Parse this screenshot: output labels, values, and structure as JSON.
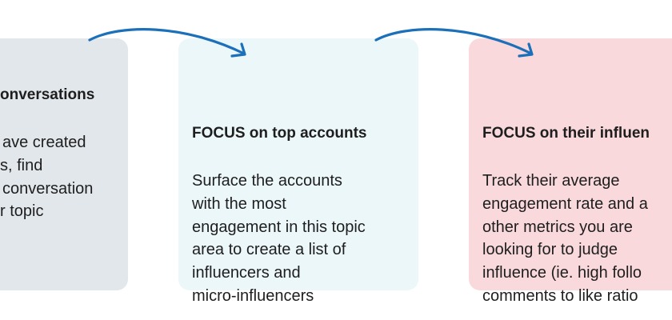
{
  "colors": {
    "box1": "#e2e7eb",
    "box2": "#ecf7fa",
    "box3": "#f9d9db",
    "arrow": "#1b70b9"
  },
  "steps": [
    {
      "title": "onversations",
      "lines": [
        "ave created",
        "s, find",
        "conversation",
        "r topic"
      ]
    },
    {
      "title": "FOCUS on top accounts",
      "lines": [
        "Surface the accounts",
        "with the most",
        "engagement in this topic",
        "area to create a list of",
        "influencers and",
        "micro-influencers"
      ]
    },
    {
      "title": "FOCUS on their influen",
      "lines": [
        "Track their average",
        "engagement rate and a",
        "other metrics you are",
        "looking for to judge",
        "influence (ie. high follo",
        "comments to like ratio"
      ]
    }
  ]
}
